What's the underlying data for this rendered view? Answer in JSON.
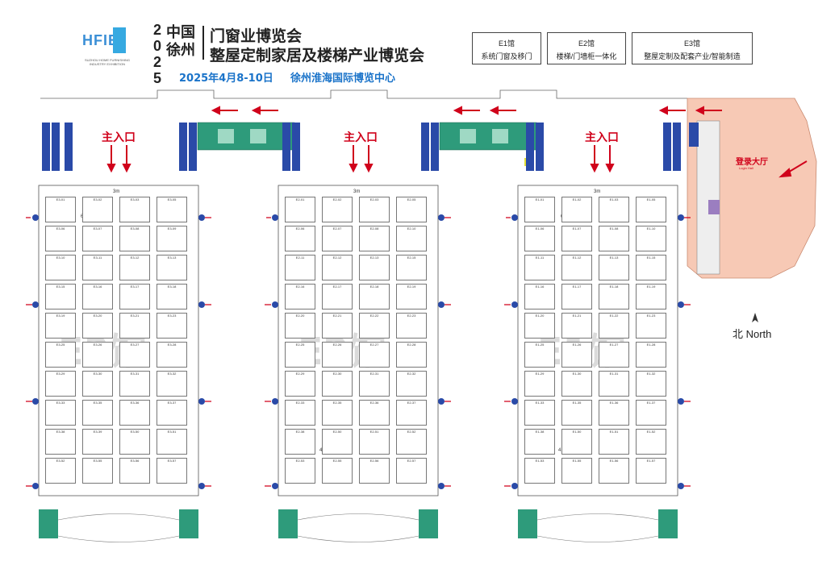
{
  "header": {
    "logo_text": "HFIE",
    "logo_sub": "SUZHOU HOME FURNISHING INDUSTRY EXHIBITION",
    "year": "2025",
    "city": "中国徐州",
    "title_line1": "门窗业博览会",
    "title_line2": "整屋定制家居及楼梯产业博览会",
    "date": "2025年4月8-10日",
    "venue": "徐州淮海国际博览中心"
  },
  "halls_legend": [
    {
      "name": "E1馆",
      "desc": "系统门窗及移门"
    },
    {
      "name": "E2馆",
      "desc": "楼梯/门墙柜一体化"
    },
    {
      "name": "E3馆",
      "desc": "整屋定制及配套产业/智能制造"
    }
  ],
  "map": {
    "main_entrance": "主入口",
    "registration_hall": "登录大厅",
    "registration_hall_en": "Login Hall",
    "north_label": "北 North",
    "aisle_labels": [
      "3m",
      "6m",
      "4.5m"
    ],
    "hall_watermarks": [
      "E3馆",
      "E2馆",
      "E1馆"
    ],
    "colors": {
      "pavilion": "#2e9b7b",
      "building": "#2a4aa8",
      "hall_bg": "#f7c9b5",
      "arrow": "#d0021b",
      "title_blue": "#1a73c9"
    }
  },
  "booths": {
    "e3": [
      "E3-01",
      "E3-02",
      "E3-03",
      "E3-05",
      "E3-06",
      "E3-07",
      "E3-08",
      "E3-09",
      "E3-10",
      "E3-11",
      "E3-12",
      "E3-13",
      "E3-15",
      "E3-16",
      "E3-17",
      "E3-18",
      "E3-19",
      "E3-20",
      "E3-21",
      "E3-23",
      "E3-25",
      "E3-26",
      "E3-27",
      "E3-28",
      "E3-29",
      "E3-30",
      "E3-31",
      "E3-32",
      "E3-33",
      "E3-35",
      "E3-36",
      "E3-37",
      "E3-38",
      "E3-39",
      "E3-50",
      "E3-51",
      "E3-52",
      "E3-55",
      "E3-56",
      "E3-57",
      "E3-58",
      "E3-59",
      "E3-60",
      "E3-61"
    ],
    "e2": [
      "E2-01",
      "E2-02",
      "E2-03",
      "E2-05",
      "E2-06",
      "E2-07",
      "E2-08",
      "E2-10",
      "E2-11",
      "E2-12",
      "E2-13",
      "E2-15",
      "E2-16",
      "E2-17",
      "E2-18",
      "E2-19",
      "E2-20",
      "E2-21",
      "E2-22",
      "E2-23",
      "E2-25",
      "E2-26",
      "E2-27",
      "E2-28",
      "E2-29",
      "E2-30",
      "E2-31",
      "E2-32",
      "E2-33",
      "E2-35",
      "E2-36",
      "E2-37",
      "E2-38",
      "E2-50",
      "E2-51",
      "E2-52",
      "E2-53",
      "E2-55",
      "E2-56",
      "E2-57"
    ],
    "e1": [
      "E1-01",
      "E1-02",
      "E1-03",
      "E1-05",
      "E1-06",
      "E1-07",
      "E1-08",
      "E1-10",
      "E1-11",
      "E1-12",
      "E1-13",
      "E1-15",
      "E1-16",
      "E1-17",
      "E1-18",
      "E1-19",
      "E1-20",
      "E1-21",
      "E1-22",
      "E1-23",
      "E1-25",
      "E1-26",
      "E1-27",
      "E1-28",
      "E1-29",
      "E1-30",
      "E1-31",
      "E1-32",
      "E1-33",
      "E1-35",
      "E1-36",
      "E1-37",
      "E1-38",
      "E1-50",
      "E1-51",
      "E1-52",
      "E1-53",
      "E1-55",
      "E1-56",
      "E1-57"
    ]
  }
}
